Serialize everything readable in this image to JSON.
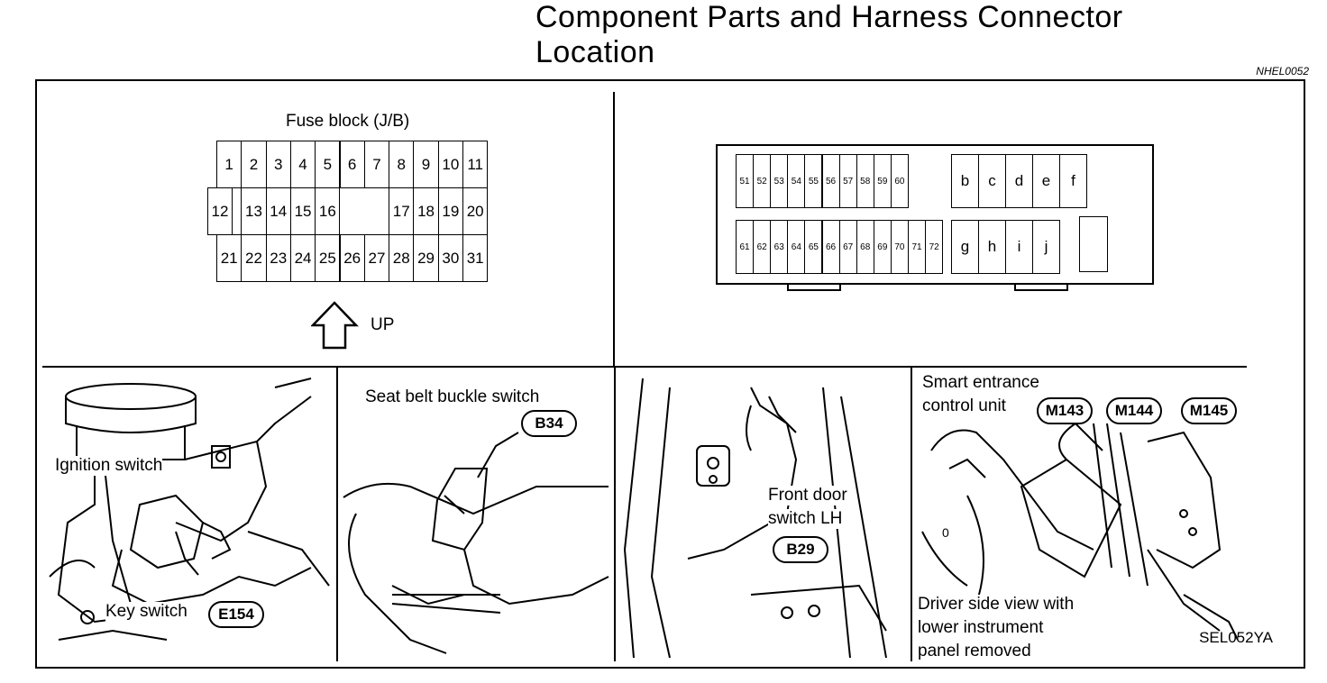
{
  "header": {
    "title_line1": "Component Parts and Harness Connector",
    "title_line2": "Location",
    "ref_code": "NHEL0052"
  },
  "fuse_block": {
    "title": "Fuse block (J/B)",
    "row1": [
      "1",
      "2",
      "3",
      "4",
      "5",
      "6",
      "7",
      "8",
      "9",
      "10",
      "11"
    ],
    "row2_left": [
      "12"
    ],
    "row2_mid": [
      "13",
      "14",
      "15",
      "16"
    ],
    "row2_right": [
      "17",
      "18",
      "19",
      "20"
    ],
    "row3": [
      "21",
      "22",
      "23",
      "24",
      "25",
      "26",
      "27",
      "28",
      "29",
      "30",
      "31"
    ],
    "up_label": "UP"
  },
  "connector_block": {
    "top_row": [
      "51",
      "52",
      "53",
      "54",
      "55",
      "56",
      "57",
      "58",
      "59",
      "60"
    ],
    "bottom_row": [
      "61",
      "62",
      "63",
      "64",
      "65",
      "66",
      "67",
      "68",
      "69",
      "70",
      "71",
      "72"
    ],
    "top_letters": [
      "b",
      "c",
      "d",
      "e",
      "f"
    ],
    "bottom_letters": [
      "g",
      "h",
      "i",
      "j"
    ]
  },
  "panels": {
    "ignition": {
      "label": "Ignition switch",
      "key_label": "Key switch",
      "connector": "E154"
    },
    "seatbelt": {
      "label": "Seat belt buckle switch",
      "connector": "B34"
    },
    "door": {
      "label_line1": "Front door",
      "label_line2": "switch LH",
      "connector": "B29"
    },
    "smart": {
      "label_line1": "Smart entrance",
      "label_line2": "control unit",
      "connectors": [
        "M143",
        "M144",
        "M145"
      ],
      "note_line1": "Driver side view with",
      "note_line2": "lower instrument",
      "note_line3": "panel removed",
      "marker": "0"
    }
  },
  "figure_code": "SEL052YA"
}
